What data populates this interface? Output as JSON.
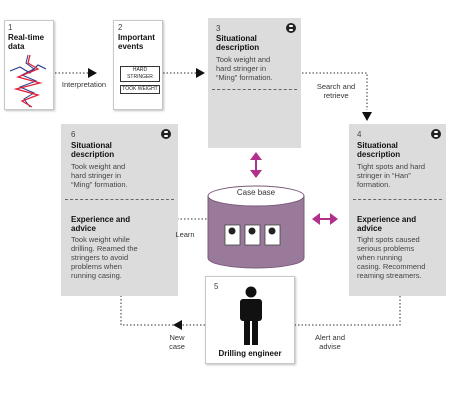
{
  "box1": {
    "number": "1",
    "title_line1": "Real-time",
    "title_line2": "data"
  },
  "box2": {
    "number": "2",
    "title_line1": "Important",
    "title_line2": "events",
    "pill1": "HARD STRINGER",
    "pill2": "TOOK WEIGHT"
  },
  "box3": {
    "number": "3",
    "title_line1": "Situational",
    "title_line2": "description",
    "text": [
      "Took weight and",
      "hard stringer in",
      "“Ming” formation."
    ]
  },
  "box4": {
    "number": "4",
    "title_line1": "Situational",
    "title_line2": "description",
    "text": [
      "Tight spots and hard",
      "stringer in “Han”",
      "formation."
    ],
    "sub_title_line1": "Experience and",
    "sub_title_line2": "advice",
    "sub_text": [
      "Tight spots caused",
      "serious problems",
      "when running",
      "casing. Recommend",
      "reaming streamers."
    ]
  },
  "box5": {
    "number": "5",
    "title": "Drilling engineer"
  },
  "box6": {
    "number": "6",
    "title_line1": "Situational",
    "title_line2": "description",
    "text": [
      "Took weight and",
      "hard stringer in",
      "“Ming” formation."
    ],
    "sub_title_line1": "Experience and",
    "sub_title_line2": "advice",
    "sub_text": [
      "Took weight while",
      "drilling. Reamed the",
      "stringers to avoid",
      "problems when",
      "running casing."
    ]
  },
  "casebase": {
    "label": "Case base"
  },
  "labels": {
    "interpretation": "Interpretation",
    "search_line1": "Search and",
    "search_line2": "retrieve",
    "learn": "Learn",
    "new_case_line1": "New",
    "new_case_line2": "case",
    "alert_line1": "Alert and",
    "alert_line2": "advise"
  },
  "colors": {
    "accent": "#b2308c",
    "box_gray": "#dcdcdc",
    "cylinder": "#9a7a9a",
    "signal_red": "#e0203a",
    "signal_blue": "#2a3a8a"
  },
  "icons": {
    "badge": "case-badge-icon",
    "person": "person-icon",
    "arrow": "arrowhead-icon",
    "double_arrow": "double-arrow-icon"
  }
}
